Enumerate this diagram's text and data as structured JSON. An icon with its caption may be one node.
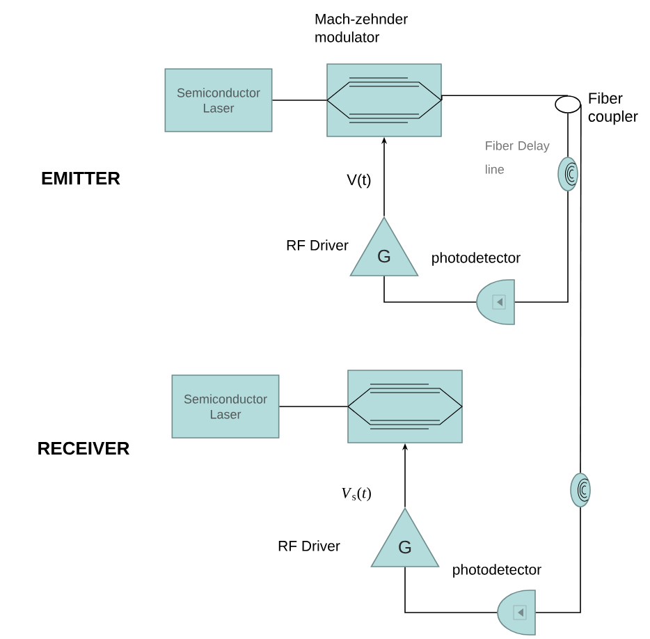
{
  "diagram": {
    "nodes": [
      {
        "text": [
          "Semiconductor Laser"
        ]
      },
      {
        "text": [
          "Mach-zehnder modulator"
        ]
      },
      {
        "text": [
          "Fiber coupler"
        ]
      },
      {
        "text": [
          "Fiber Delay line"
        ]
      },
      {
        "text": [
          "G"
        ],
        "beside": [
          "RF Driver"
        ]
      },
      {
        "text": [
          "photodetector"
        ]
      },
      {
        "text": [
          "Semiconductor Laser"
        ]
      },
      {
        "text": [],
        "shape": "box"
      },
      {
        "text": [],
        "shape": "coil"
      },
      {
        "text": [
          "G"
        ],
        "beside": [
          "RF Driver"
        ]
      },
      {
        "text": [
          "photodetector"
        ]
      }
    ],
    "edges": [
      {
        "from": 0,
        "to": 1,
        "arrow": "none"
      },
      {
        "from": 1,
        "to": 2,
        "arrow": "none"
      },
      {
        "from": 2,
        "to": 3,
        "arrow": "none"
      },
      {
        "from": 3,
        "to": 5,
        "arrow": "none"
      },
      {
        "from": 5,
        "to": 4,
        "arrow": "none"
      },
      {
        "from": 4,
        "to": 1,
        "arrow": "to",
        "label": "V(t)"
      },
      {
        "from": 2,
        "to": 8,
        "arrow": "none"
      },
      {
        "from": 8,
        "to": 10,
        "arrow": "none"
      },
      {
        "from": 10,
        "to": 9,
        "arrow": "none"
      },
      {
        "from": 9,
        "to": 7,
        "arrow": "to",
        "label": "*V*$_{s}$(*t*)"
      },
      {
        "from": 6,
        "to": 7,
        "arrow": "none"
      }
    ],
    "labels": [
      "EMITTER",
      "RECEIVER"
    ]
  }
}
